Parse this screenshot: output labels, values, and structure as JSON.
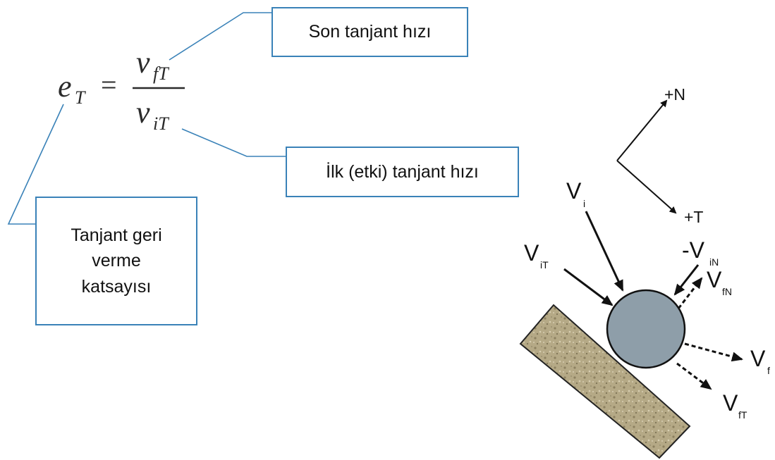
{
  "formula": {
    "lhs_symbol": "e",
    "lhs_subscript": "T",
    "equals": "=",
    "numerator_symbol": "v",
    "numerator_subscript": "fT",
    "denominator_symbol": "v",
    "denominator_subscript": "iT"
  },
  "callouts": {
    "final_tangent_speed": "Son tanjant hızı",
    "initial_tangent_speed": "İlk (etki) tanjant hızı",
    "coefficient_line1": "Tanjant geri",
    "coefficient_line2": "verme",
    "coefficient_line3": "katsayısı"
  },
  "axes": {
    "normal": "+N",
    "tangent": "+T"
  },
  "vectors": {
    "vi": {
      "main": "V",
      "sub": "i"
    },
    "vit": {
      "main": "V",
      "sub": "iT"
    },
    "vin": {
      "main": "-V",
      "sub": "iN"
    },
    "vfn": {
      "main": "V",
      "sub": "fN"
    },
    "vf": {
      "main": "V",
      "sub": "f"
    },
    "vft": {
      "main": "V",
      "sub": "fT"
    }
  },
  "colors": {
    "box_border": "#3a82b8",
    "leader_line": "#3a82b8",
    "ball_fill": "#8e9ea9",
    "wall_fill": "#b9ad8c",
    "arrow": "#111111"
  }
}
